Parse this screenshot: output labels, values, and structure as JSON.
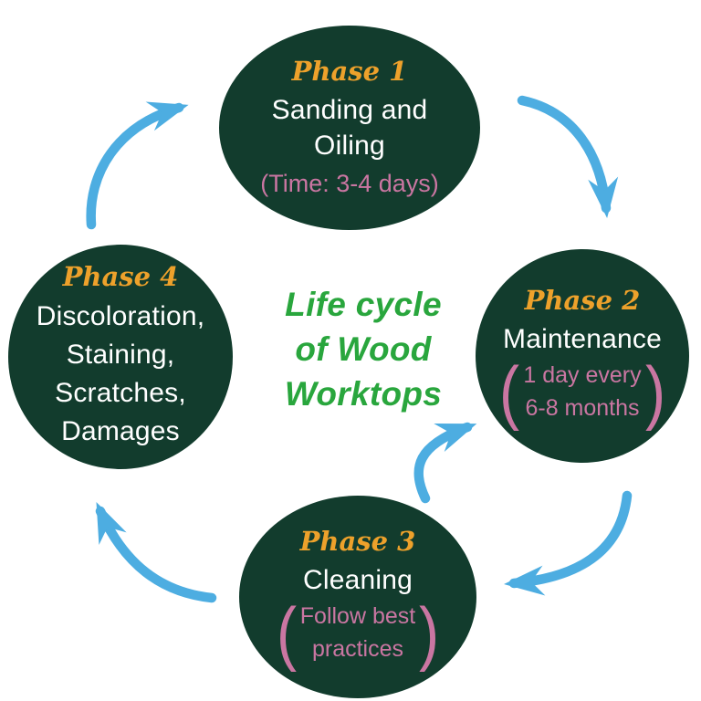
{
  "colors": {
    "bubble": "#123c2d",
    "arrow": "#4dade1",
    "phase_label": "#eda12b",
    "body_text": "#ffffff",
    "detail_text": "#ca76a2",
    "title_text": "#29a63d",
    "background": "#ffffff"
  },
  "title": {
    "lines": [
      "Life cycle",
      "of Wood",
      "Worktops"
    ]
  },
  "brackets": {
    "open": "(",
    "close": ")"
  },
  "phases": [
    {
      "label": "Phase 1",
      "name_lines": [
        "Sanding and",
        "Oiling"
      ],
      "detail_lines": [
        "(Time: 3-4 days)"
      ]
    },
    {
      "label": "Phase 2",
      "name_lines": [
        "Maintenance"
      ],
      "detail_lines": [
        "1 day every",
        "6-8 months"
      ]
    },
    {
      "label": "Phase 3",
      "name_lines": [
        "Cleaning"
      ],
      "detail_lines": [
        "Follow best",
        "practices"
      ]
    },
    {
      "label": "Phase 4",
      "name_lines": [
        "Discoloration,",
        "Staining,",
        "Scratches,",
        "Damages"
      ],
      "detail_lines": []
    }
  ],
  "arrows": [
    {
      "name": "arrow-phase4-to-phase1",
      "from": "Phase 4",
      "to": "Phase 1"
    },
    {
      "name": "arrow-phase1-to-phase2",
      "from": "Phase 1",
      "to": "Phase 2"
    },
    {
      "name": "arrow-phase2-to-phase3",
      "from": "Phase 2",
      "to": "Phase 3"
    },
    {
      "name": "arrow-phase3-to-phase2",
      "from": "Phase 3",
      "to": "Phase 2"
    },
    {
      "name": "arrow-phase3-to-phase4",
      "from": "Phase 3",
      "to": "Phase 4"
    }
  ]
}
